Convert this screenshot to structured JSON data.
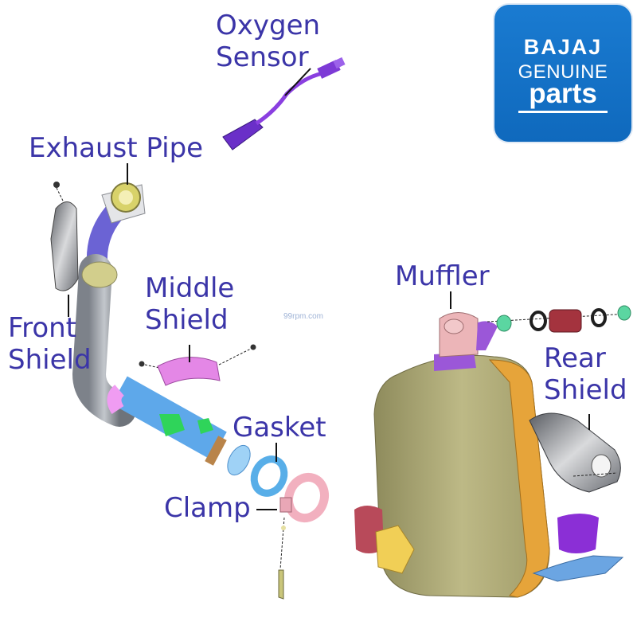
{
  "labels": {
    "oxygen_sensor": [
      "Oxygen",
      "Sensor"
    ],
    "exhaust_pipe": "Exhaust Pipe",
    "front_shield": [
      "Front",
      "Shield"
    ],
    "middle_shield": [
      "Middle",
      "Shield"
    ],
    "muffler": "Muffler",
    "rear_shield": [
      "Rear",
      "Shield"
    ],
    "gasket": "Gasket",
    "clamp": "Clamp"
  },
  "brand": {
    "name": "BAJAJ",
    "line1": "GENUINE",
    "line2": "parts"
  },
  "watermark": "99rpm.com",
  "colors": {
    "label_text": "#3b35a8",
    "leader_line": "#111111",
    "brand_bg": "#1473c9",
    "muffler_body": "#b4b07a",
    "muffler_side": "#e6a43a",
    "exhaust_pipe": "#9aa0a8",
    "heat_shield_pink": "#e58ee4",
    "gasket": "#6ab8ee",
    "clamp": "#f2b2be",
    "oxygen_sensor": "#8a3fe0",
    "pipe_flange": "#c9c46a"
  }
}
